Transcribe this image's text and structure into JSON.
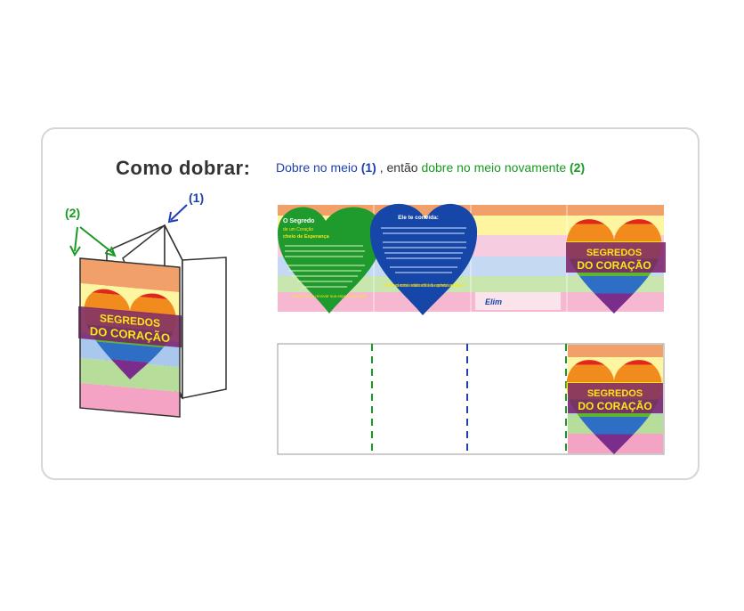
{
  "heading": "Como dobrar:",
  "instruction": {
    "step1_text": "Dobre no meio",
    "step1_num": "(1)",
    "connector": ", então",
    "step2_text": "dobre no meio novamente",
    "step2_num": "(2)"
  },
  "diagram": {
    "label_1": "(1)",
    "label_2": "(2)"
  },
  "cover": {
    "title_line1": "SEGREDOS",
    "title_line2": "DO CORAÇÃO"
  },
  "flat_panels": {
    "left_heart_title1": "O Segredo",
    "left_heart_title2": "de um Coração",
    "left_heart_title3": "cheio de Esperança",
    "blue_heart_title": "Ele te convida:",
    "blue_heart_footer": "Só em Cristo você encontrará o verdadeiro sentido da vida e experimentará a verdadeira paz!",
    "green_heart_footer": "Deixe Cristo renovar sua esperança hoje!",
    "publisher": "Elim"
  },
  "colors": {
    "blue": "#1e3fb0",
    "green": "#179a1f",
    "stripe_orange": "#f2a06a",
    "stripe_yellow": "#fdf5a0",
    "stripe_blue": "#aac8ee",
    "stripe_green": "#b6dd9a",
    "stripe_pink": "#f5a3c4"
  }
}
